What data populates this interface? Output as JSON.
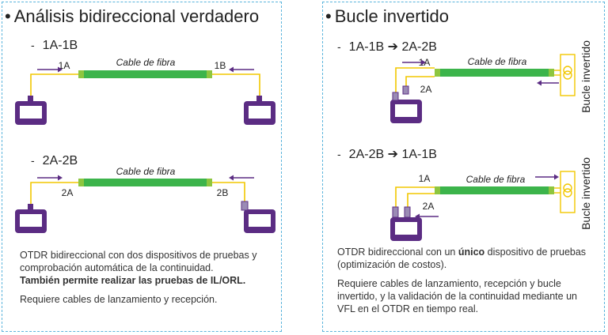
{
  "left": {
    "title": "Análisis bidireccional verdadero",
    "sec1": {
      "label": "1A-1B",
      "cable": "Cable de fibra",
      "port_left": "1A",
      "port_right": "1B"
    },
    "sec2": {
      "label": "2A-2B",
      "cable": "Cable de fibra",
      "port_left": "2A",
      "port_right": "2B"
    },
    "desc1": "OTDR bidireccional con dos dispositivos de pruebas y comprobación automática de la continuidad.",
    "desc1_bold": "También permite realizar las pruebas de IL/ORL.",
    "desc2": "Requiere cables de lanzamiento y recepción."
  },
  "right": {
    "title": "Bucle invertido",
    "sec1": {
      "from": "1A-1B",
      "arrow": "➔",
      "to": "2A-2B",
      "cable": "Cable de fibra",
      "port_1": "1A",
      "port_2": "2A",
      "loop": "Bucle invertido"
    },
    "sec2": {
      "from": "2A-2B",
      "arrow": "➔",
      "to": "1A-1B",
      "cable": "Cable de fibra",
      "port_1": "1A",
      "port_2": "2A",
      "loop": "Bucle invertido"
    },
    "desc1_a": "OTDR bidireccional con un ",
    "desc1_b": "único",
    "desc1_c": " dispositivo de pruebas (optimización de costos).",
    "desc2": "Requiere cables de lanzamiento, recepción y bucle invertido, y la validación de la continuidad mediante un VFL en el OTDR en tiempo real."
  },
  "colors": {
    "device": "#5b2c83",
    "fiber": "#3cb44b",
    "fiber_end": "#8dc63f",
    "lead": "#f2c700",
    "arrow": "#5b2c83",
    "border": "#5ab4dc"
  }
}
